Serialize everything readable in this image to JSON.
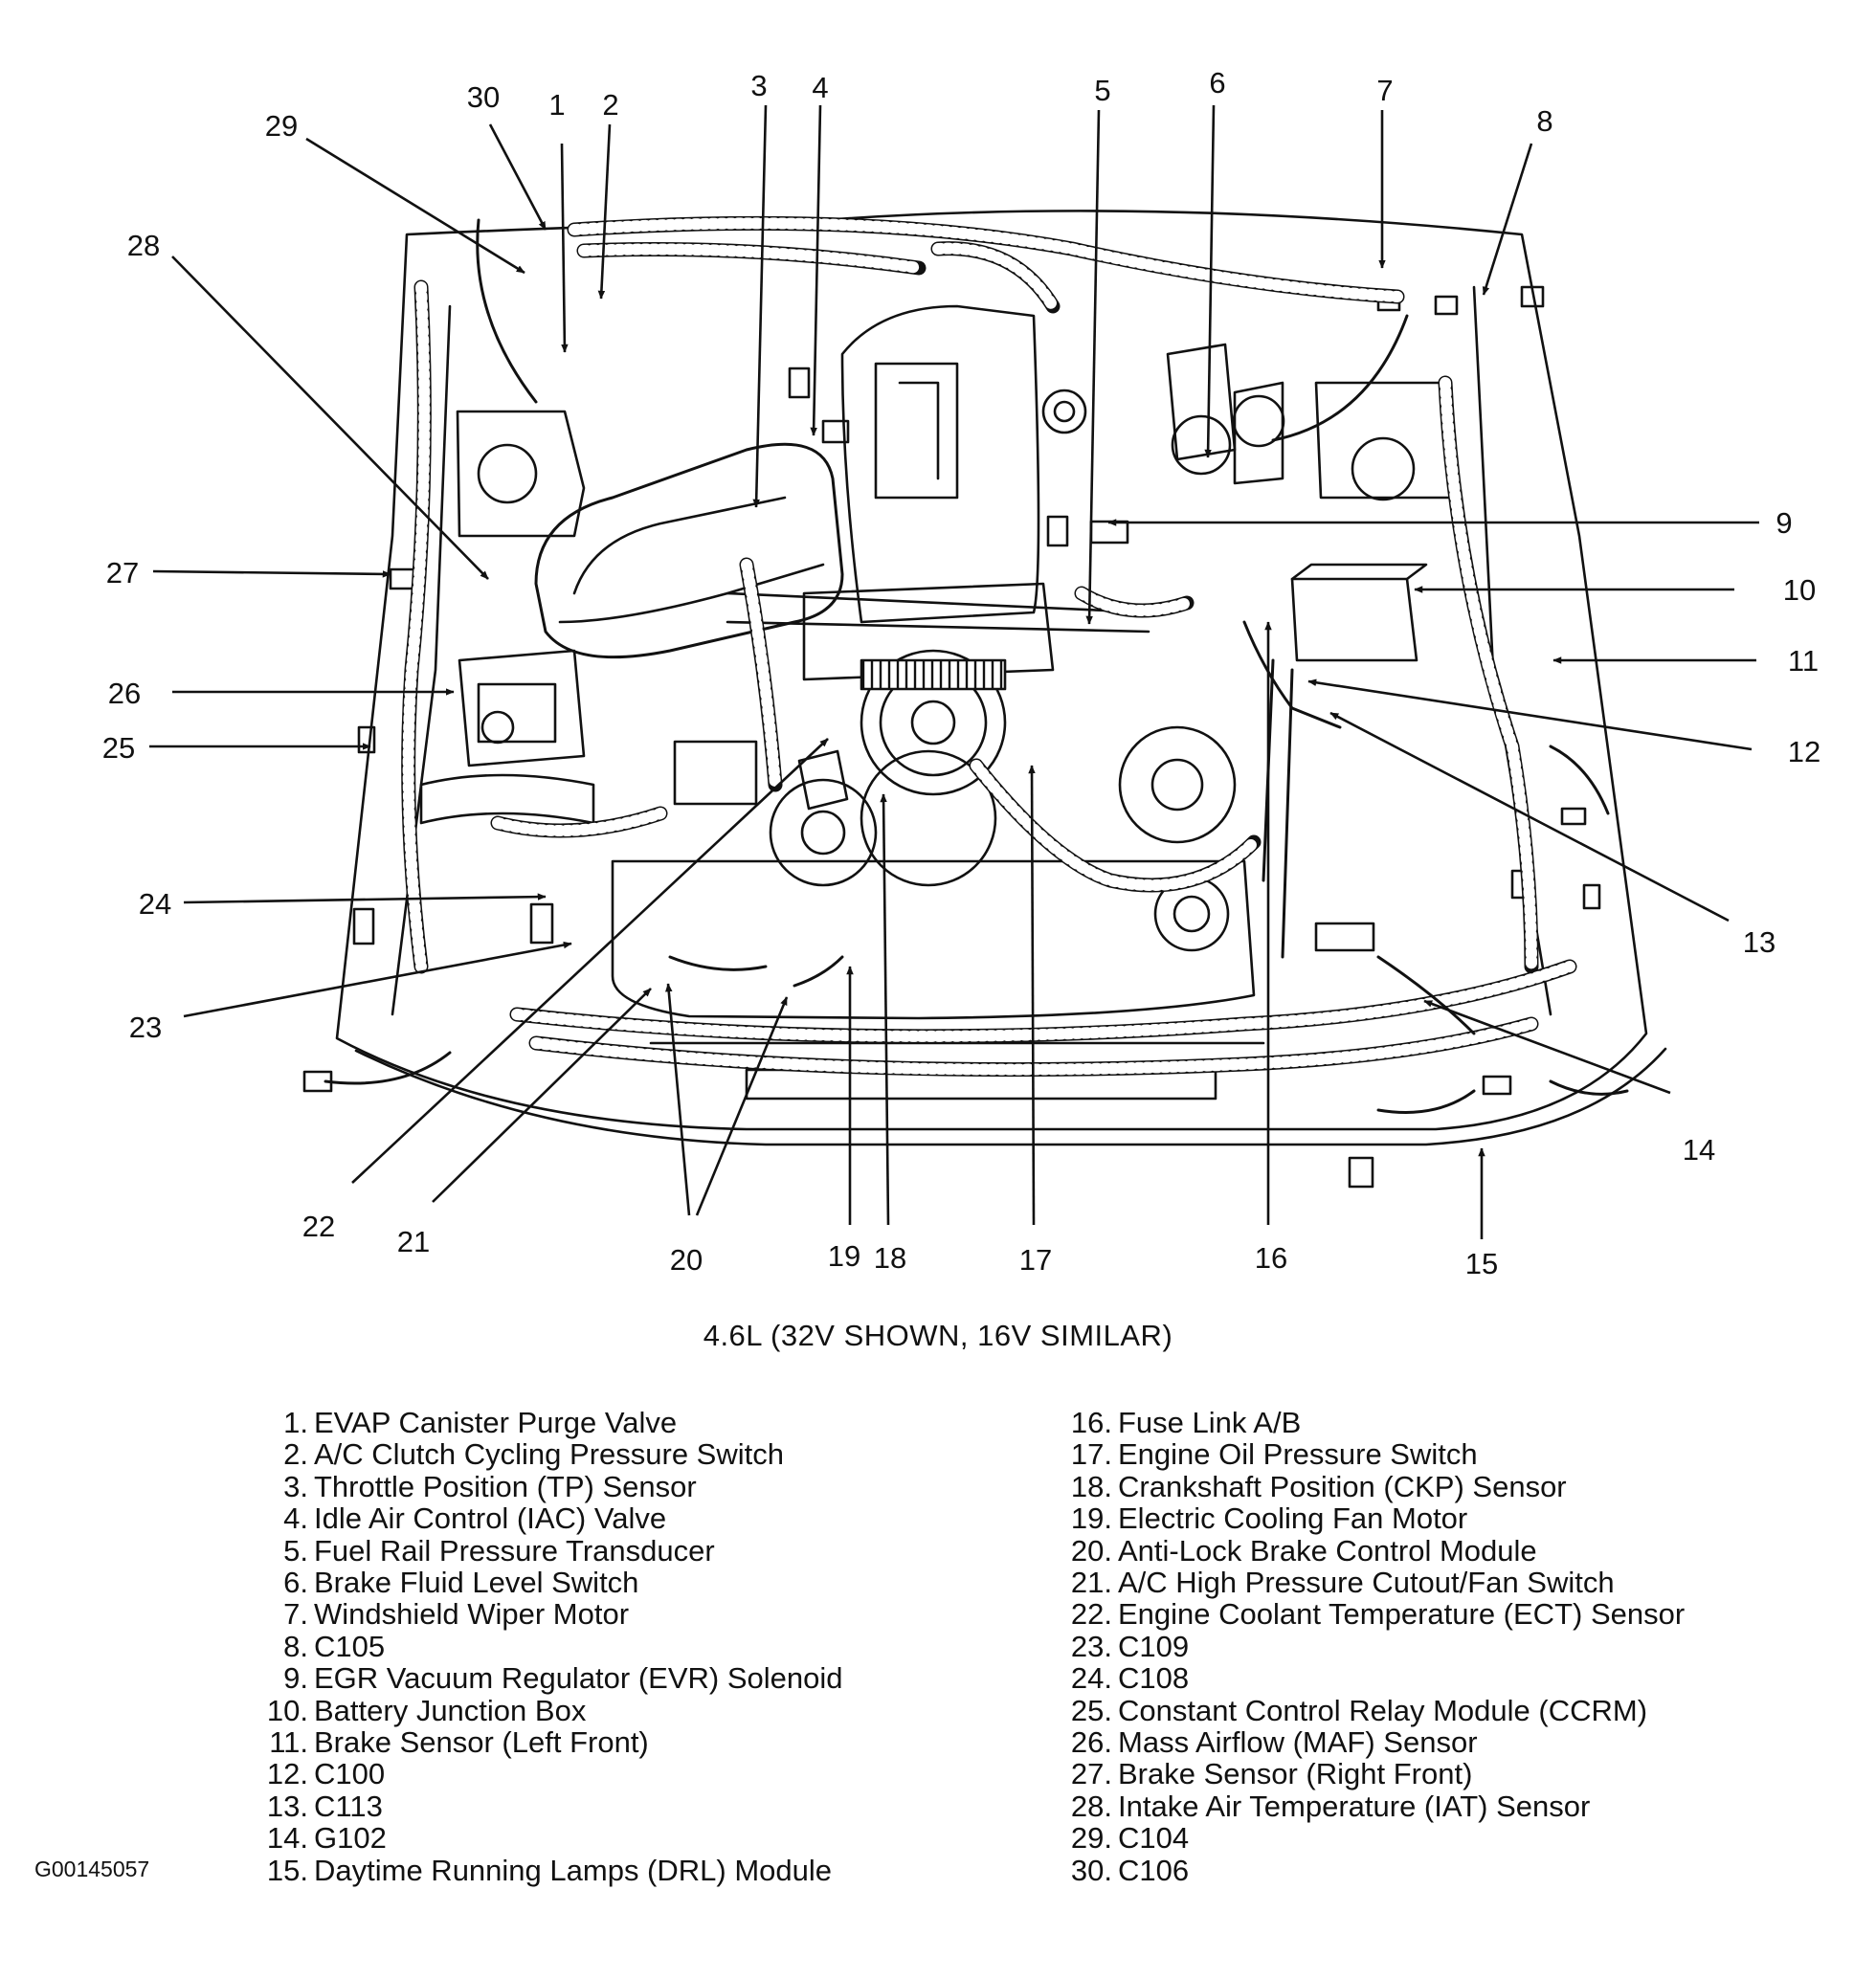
{
  "caption": "4.6L (32V SHOWN, 16V SIMILAR)",
  "figure_id": "G00145057",
  "callouts": [
    {
      "num": "1",
      "label": "EVAP Canister Purge Valve"
    },
    {
      "num": "2",
      "label": "A/C Clutch Cycling Pressure Switch"
    },
    {
      "num": "3",
      "label": "Throttle Position (TP) Sensor"
    },
    {
      "num": "4",
      "label": "Idle Air Control (IAC) Valve"
    },
    {
      "num": "5",
      "label": "Fuel Rail Pressure Transducer"
    },
    {
      "num": "6",
      "label": "Brake Fluid Level Switch"
    },
    {
      "num": "7",
      "label": "Windshield Wiper Motor"
    },
    {
      "num": "8",
      "label": "C105"
    },
    {
      "num": "9",
      "label": "EGR Vacuum Regulator (EVR) Solenoid"
    },
    {
      "num": "10",
      "label": "Battery Junction Box"
    },
    {
      "num": "11",
      "label": "Brake Sensor (Left Front)"
    },
    {
      "num": "12",
      "label": "C100"
    },
    {
      "num": "13",
      "label": "C113"
    },
    {
      "num": "14",
      "label": "G102"
    },
    {
      "num": "15",
      "label": "Daytime Running Lamps (DRL) Module"
    },
    {
      "num": "16",
      "label": "Fuse Link A/B"
    },
    {
      "num": "17",
      "label": "Engine Oil Pressure Switch"
    },
    {
      "num": "18",
      "label": "Crankshaft Position (CKP) Sensor"
    },
    {
      "num": "19",
      "label": "Electric Cooling Fan Motor"
    },
    {
      "num": "20",
      "label": "Anti-Lock Brake Control Module"
    },
    {
      "num": "21",
      "label": "A/C High Pressure Cutout/Fan Switch"
    },
    {
      "num": "22",
      "label": "Engine Coolant Temperature (ECT) Sensor"
    },
    {
      "num": "23",
      "label": "C109"
    },
    {
      "num": "24",
      "label": "C108"
    },
    {
      "num": "25",
      "label": "Constant Control Relay Module (CCRM)"
    },
    {
      "num": "26",
      "label": "Mass Airflow (MAF) Sensor"
    },
    {
      "num": "27",
      "label": "Brake Sensor (Right Front)"
    },
    {
      "num": "28",
      "label": "Intake Air Temperature (IAT) Sensor"
    },
    {
      "num": "29",
      "label": "C104"
    },
    {
      "num": "30",
      "label": "C106"
    }
  ]
}
